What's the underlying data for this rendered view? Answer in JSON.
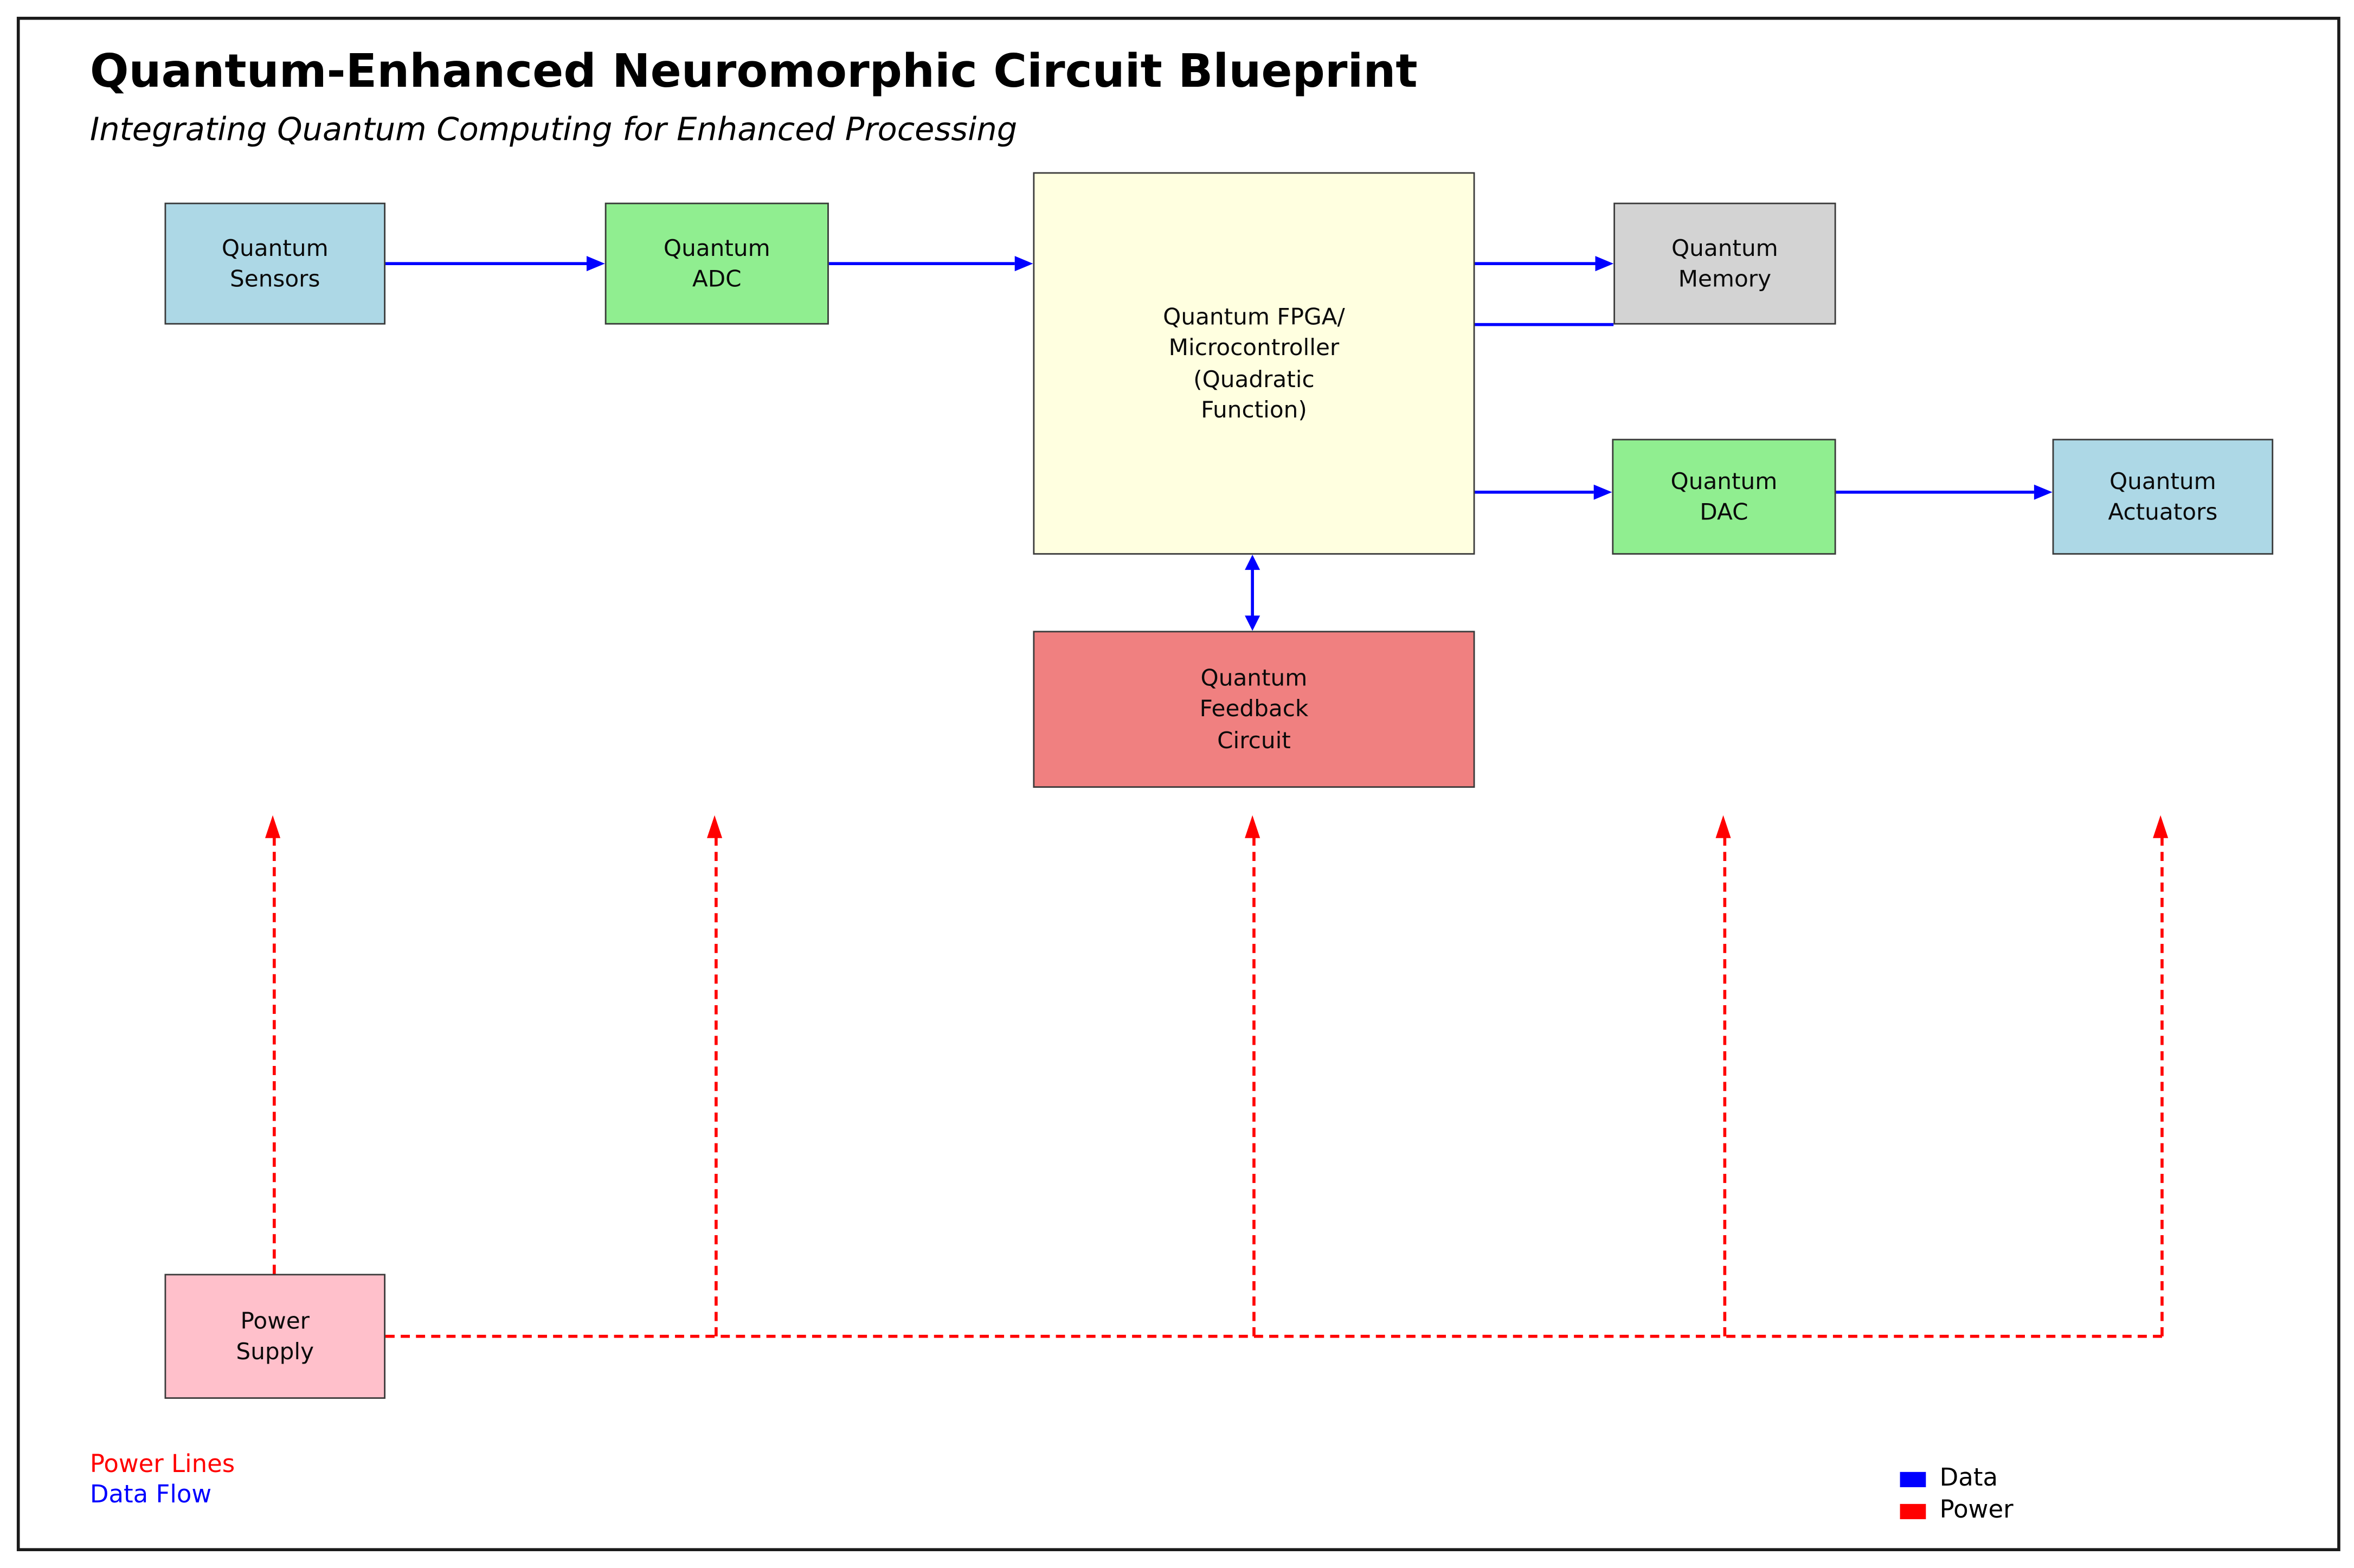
{
  "title": "Quantum-Enhanced Neuromorphic Circuit Blueprint",
  "subtitle": "Integrating Quantum Computing for Enhanced Processing",
  "nodes": {
    "sensors": {
      "label": "Quantum\nSensors",
      "fill": "#ADD8E6"
    },
    "adc": {
      "label": "Quantum\nADC",
      "fill": "#90EE90"
    },
    "fpga": {
      "label": "Quantum FPGA/\nMicrocontroller\n(Quadratic\nFunction)",
      "fill": "#FFFFE0"
    },
    "memory": {
      "label": "Quantum\nMemory",
      "fill": "#D3D3D3"
    },
    "dac": {
      "label": "Quantum\nDAC",
      "fill": "#90EE90"
    },
    "actuators": {
      "label": "Quantum\nActuators",
      "fill": "#ADD8E6"
    },
    "feedback": {
      "label": "Quantum\nFeedback\nCircuit",
      "fill": "#F08080"
    },
    "power_supply": {
      "label": "Power\nSupply",
      "fill": "#FFC0CB"
    }
  },
  "connections": {
    "data_flow": [
      {
        "from": "Quantum Sensors",
        "to": "Quantum ADC",
        "style": "arrow"
      },
      {
        "from": "Quantum ADC",
        "to": "Quantum FPGA/Microcontroller",
        "style": "arrow"
      },
      {
        "from": "Quantum FPGA/Microcontroller",
        "to": "Quantum Memory",
        "style": "arrow"
      },
      {
        "from": "Quantum FPGA/Microcontroller",
        "to": "Quantum Memory",
        "style": "plain-line"
      },
      {
        "from": "Quantum FPGA/Microcontroller",
        "to": "Quantum DAC",
        "style": "arrow"
      },
      {
        "from": "Quantum DAC",
        "to": "Quantum Actuators",
        "style": "arrow"
      },
      {
        "from": "Quantum FPGA/Microcontroller",
        "to": "Quantum Feedback Circuit",
        "style": "double-arrow"
      }
    ],
    "power": [
      {
        "from": "Power Supply",
        "to": "Quantum Sensors",
        "style": "dashed-arrow"
      },
      {
        "from": "Power Supply",
        "to": "Quantum ADC",
        "style": "dashed-arrow"
      },
      {
        "from": "Power Supply",
        "to": "Quantum FPGA/Microcontroller",
        "style": "dashed-arrow"
      },
      {
        "from": "Power Supply",
        "to": "Quantum DAC",
        "style": "dashed-arrow"
      },
      {
        "from": "Power Supply",
        "to": "Quantum Actuators",
        "style": "dashed-arrow"
      }
    ]
  },
  "annotations": {
    "power_lines": "Power Lines",
    "data_flow": "Data Flow"
  },
  "legend": {
    "items": [
      {
        "label": "Data",
        "color": "#0000FF"
      },
      {
        "label": "Power",
        "color": "#FF0000"
      }
    ]
  },
  "colors": {
    "data_line": "#0000FF",
    "power_line": "#FF0000",
    "box_border": "#3b3b3b",
    "frame": "#1a1a1a",
    "background": "#FFFFFF"
  }
}
